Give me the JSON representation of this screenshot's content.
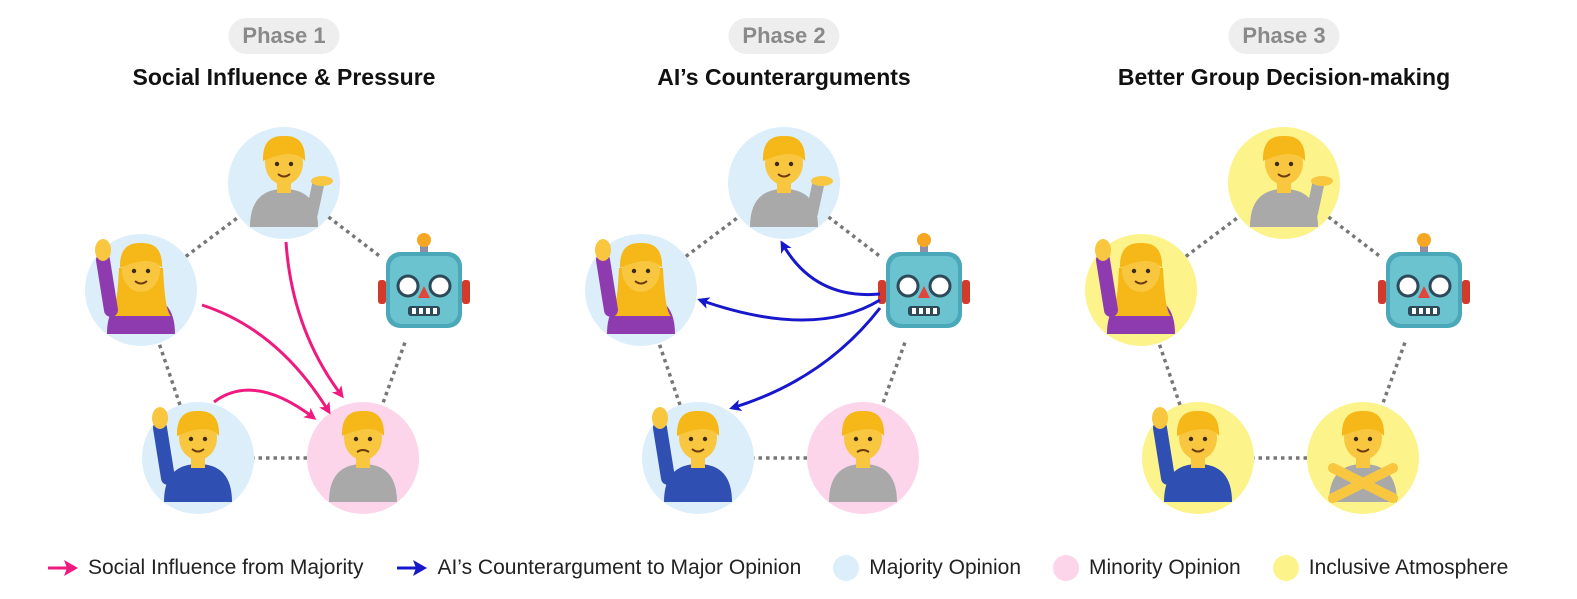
{
  "colors": {
    "majority": "#dbeefa",
    "minority": "#fcd5ea",
    "inclusive": "#fcf38a",
    "influence_arrow": "#f0197f",
    "counter_arrow": "#1717cc",
    "badge_bg": "#eeeeee",
    "badge_text": "#8a8a8a"
  },
  "phases": [
    {
      "badge": "Phase 1",
      "title": "Social Influence & Pressure",
      "nodes": [
        {
          "role": "person-tipping-hand",
          "opinion": "majority"
        },
        {
          "role": "robot",
          "opinion": "none"
        },
        {
          "role": "person-pouting",
          "opinion": "minority"
        },
        {
          "role": "man-raising-hand",
          "opinion": "majority"
        },
        {
          "role": "woman-raising-hand",
          "opinion": "majority"
        }
      ],
      "arrows": "social-influence"
    },
    {
      "badge": "Phase 2",
      "title": "AI’s Counterarguments",
      "nodes": [
        {
          "role": "person-tipping-hand",
          "opinion": "majority"
        },
        {
          "role": "robot",
          "opinion": "none"
        },
        {
          "role": "person-pouting",
          "opinion": "minority"
        },
        {
          "role": "man-raising-hand",
          "opinion": "majority"
        },
        {
          "role": "woman-raising-hand",
          "opinion": "majority"
        }
      ],
      "arrows": "counterargument"
    },
    {
      "badge": "Phase 3",
      "title": "Better Group Decision-making",
      "nodes": [
        {
          "role": "person-tipping-hand",
          "opinion": "inclusive"
        },
        {
          "role": "robot",
          "opinion": "none"
        },
        {
          "role": "person-gesturing-no",
          "opinion": "inclusive"
        },
        {
          "role": "man-raising-hand",
          "opinion": "inclusive"
        },
        {
          "role": "woman-raising-hand",
          "opinion": "inclusive"
        }
      ],
      "arrows": "none"
    }
  ],
  "legend": {
    "social_influence": "Social Influence from Majority",
    "counterargument": "AI’s Counterargument to Major Opinion",
    "majority": "Majority Opinion",
    "minority": "Minority Opinion",
    "inclusive": "Inclusive Atmosphere"
  }
}
